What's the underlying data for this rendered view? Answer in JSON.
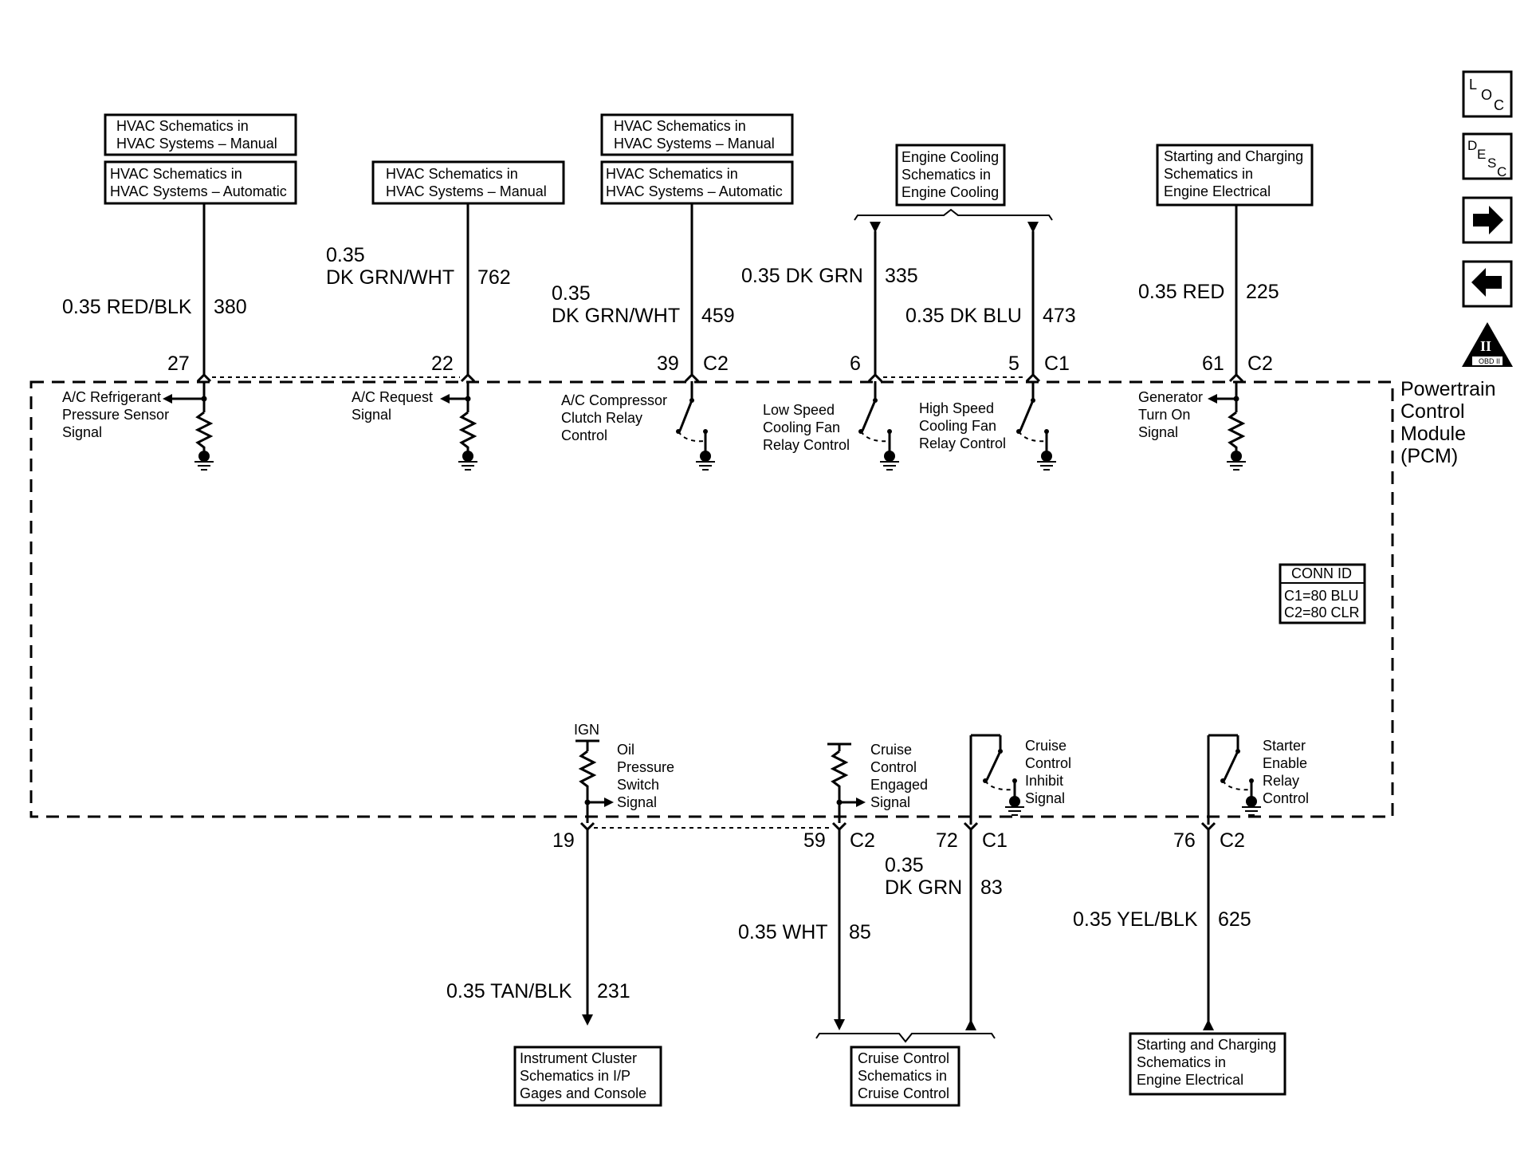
{
  "module": {
    "label_lines": [
      "Powertrain",
      "Control",
      "Module",
      "(PCM)"
    ]
  },
  "nav": {
    "loc": [
      "L",
      "O",
      "C"
    ],
    "desc": [
      "D",
      "E",
      "S",
      "C"
    ],
    "obd": "OBD II",
    "obd_numeral": "II"
  },
  "ref_boxes": {
    "hvac_manual_1": [
      "HVAC Schematics in",
      "HVAC Systems – Manual"
    ],
    "hvac_auto_1": [
      "HVAC Schematics in",
      "HVAC Systems – Automatic"
    ],
    "hvac_manual_2": [
      "HVAC Schematics in",
      "HVAC Systems – Manual"
    ],
    "hvac_manual_3": [
      "HVAC Schematics in",
      "HVAC Systems – Manual"
    ],
    "hvac_auto_3": [
      "HVAC Schematics in",
      "HVAC Systems – Automatic"
    ],
    "engine_cooling": [
      "Engine Cooling",
      "Schematics in",
      "Engine Cooling"
    ],
    "starting_top": [
      "Starting and Charging",
      "Schematics in",
      "Engine Electrical"
    ],
    "instrument_cluster": [
      "Instrument Cluster",
      "Schematics in I/P",
      "Gages and Console"
    ],
    "cruise_control": [
      "Cruise Control",
      "Schematics in",
      "Cruise Control"
    ],
    "starting_bottom": [
      "Starting and Charging",
      "Schematics in",
      "Engine Electrical"
    ]
  },
  "top_circuits": [
    {
      "wire": "0.35 RED/BLK",
      "circuit": "380",
      "pin": "27",
      "connector": "",
      "desc": [
        "A/C Refrigerant",
        "Pressure Sensor",
        "Signal"
      ]
    },
    {
      "wire_line1": "0.35",
      "wire": "DK GRN/WHT",
      "circuit": "762",
      "pin": "22",
      "connector": "",
      "desc": [
        "A/C Request",
        "Signal"
      ]
    },
    {
      "wire_line1": "0.35",
      "wire": "DK GRN/WHT",
      "circuit": "459",
      "pin": "39",
      "connector": "C2",
      "desc": [
        "A/C Compressor",
        "Clutch Relay",
        "Control"
      ]
    },
    {
      "wire": "0.35 DK GRN",
      "circuit": "335",
      "pin": "6",
      "connector": "",
      "desc": [
        "Low Speed",
        "Cooling Fan",
        "Relay Control"
      ]
    },
    {
      "wire": "0.35 DK BLU",
      "circuit": "473",
      "pin": "5",
      "connector": "C1",
      "desc": [
        "High Speed",
        "Cooling Fan",
        "Relay Control"
      ]
    },
    {
      "wire": "0.35 RED",
      "circuit": "225",
      "pin": "61",
      "connector": "C2",
      "desc": [
        "Generator",
        "Turn On",
        "Signal"
      ]
    }
  ],
  "bottom_circuits": [
    {
      "wire": "0.35 TAN/BLK",
      "circuit": "231",
      "pin": "19",
      "connector": "",
      "desc": [
        "Oil",
        "Pressure",
        "Switch",
        "Signal"
      ],
      "supply": "IGN"
    },
    {
      "wire": "0.35 WHT",
      "circuit": "85",
      "pin": "59",
      "connector": "C2",
      "desc": [
        "Cruise",
        "Control",
        "Engaged",
        "Signal"
      ]
    },
    {
      "wire_line1": "0.35",
      "wire": "DK GRN",
      "circuit": "83",
      "pin": "72",
      "connector": "C1",
      "desc": [
        "Cruise",
        "Control",
        "Inhibit",
        "Signal"
      ]
    },
    {
      "wire": "0.35 YEL/BLK",
      "circuit": "625",
      "pin": "76",
      "connector": "C2",
      "desc": [
        "Starter",
        "Enable",
        "Relay",
        "Control"
      ]
    }
  ],
  "conn_id": {
    "title": "CONN ID",
    "lines": [
      "C1=80 BLU",
      "C2=80 CLR"
    ]
  }
}
